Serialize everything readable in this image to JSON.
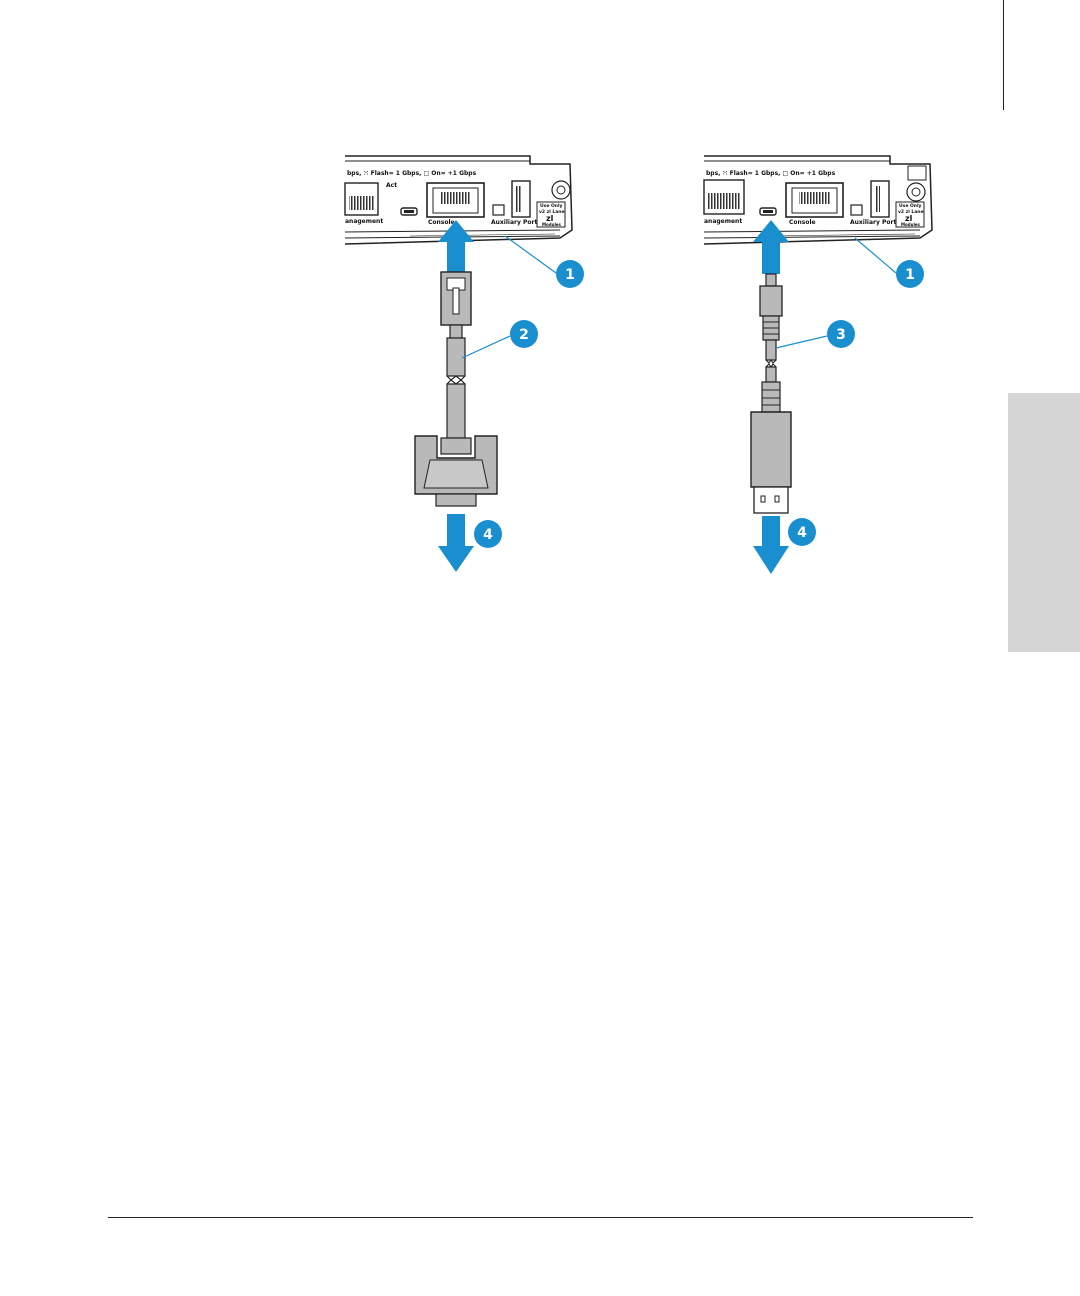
{
  "figure": {
    "panels": [
      {
        "id": "left",
        "port_labels": {
          "management": "anagement",
          "console": "Console",
          "auxiliary": "Auxiliary Port",
          "legend_top": "bps, ⁙ Flash= 1 Gbps, □ On= +1 Gbps",
          "act": "Act",
          "use_only": "Use Only",
          "v2_lane": "v2 zl Lane",
          "zl": "zl",
          "modules": "Modules"
        },
        "callouts": [
          "1",
          "2",
          "4"
        ]
      },
      {
        "id": "right",
        "port_labels": {
          "management": "anagement",
          "console": "Console",
          "auxiliary": "Auxiliary Port",
          "legend_top": "bps, ⁙ Flash= 1 Gbps, □ On= +1 Gbps",
          "use_only": "Use Only",
          "v2_lane": "v2 zl Lane",
          "zl": "zl",
          "modules": "Modules"
        },
        "callouts": [
          "1",
          "3",
          "4"
        ]
      }
    ],
    "colors": {
      "arrow": "#1a8fd0",
      "callout": "#1a8fd0",
      "connector": "#b9b9b9",
      "outline": "#222222"
    }
  }
}
